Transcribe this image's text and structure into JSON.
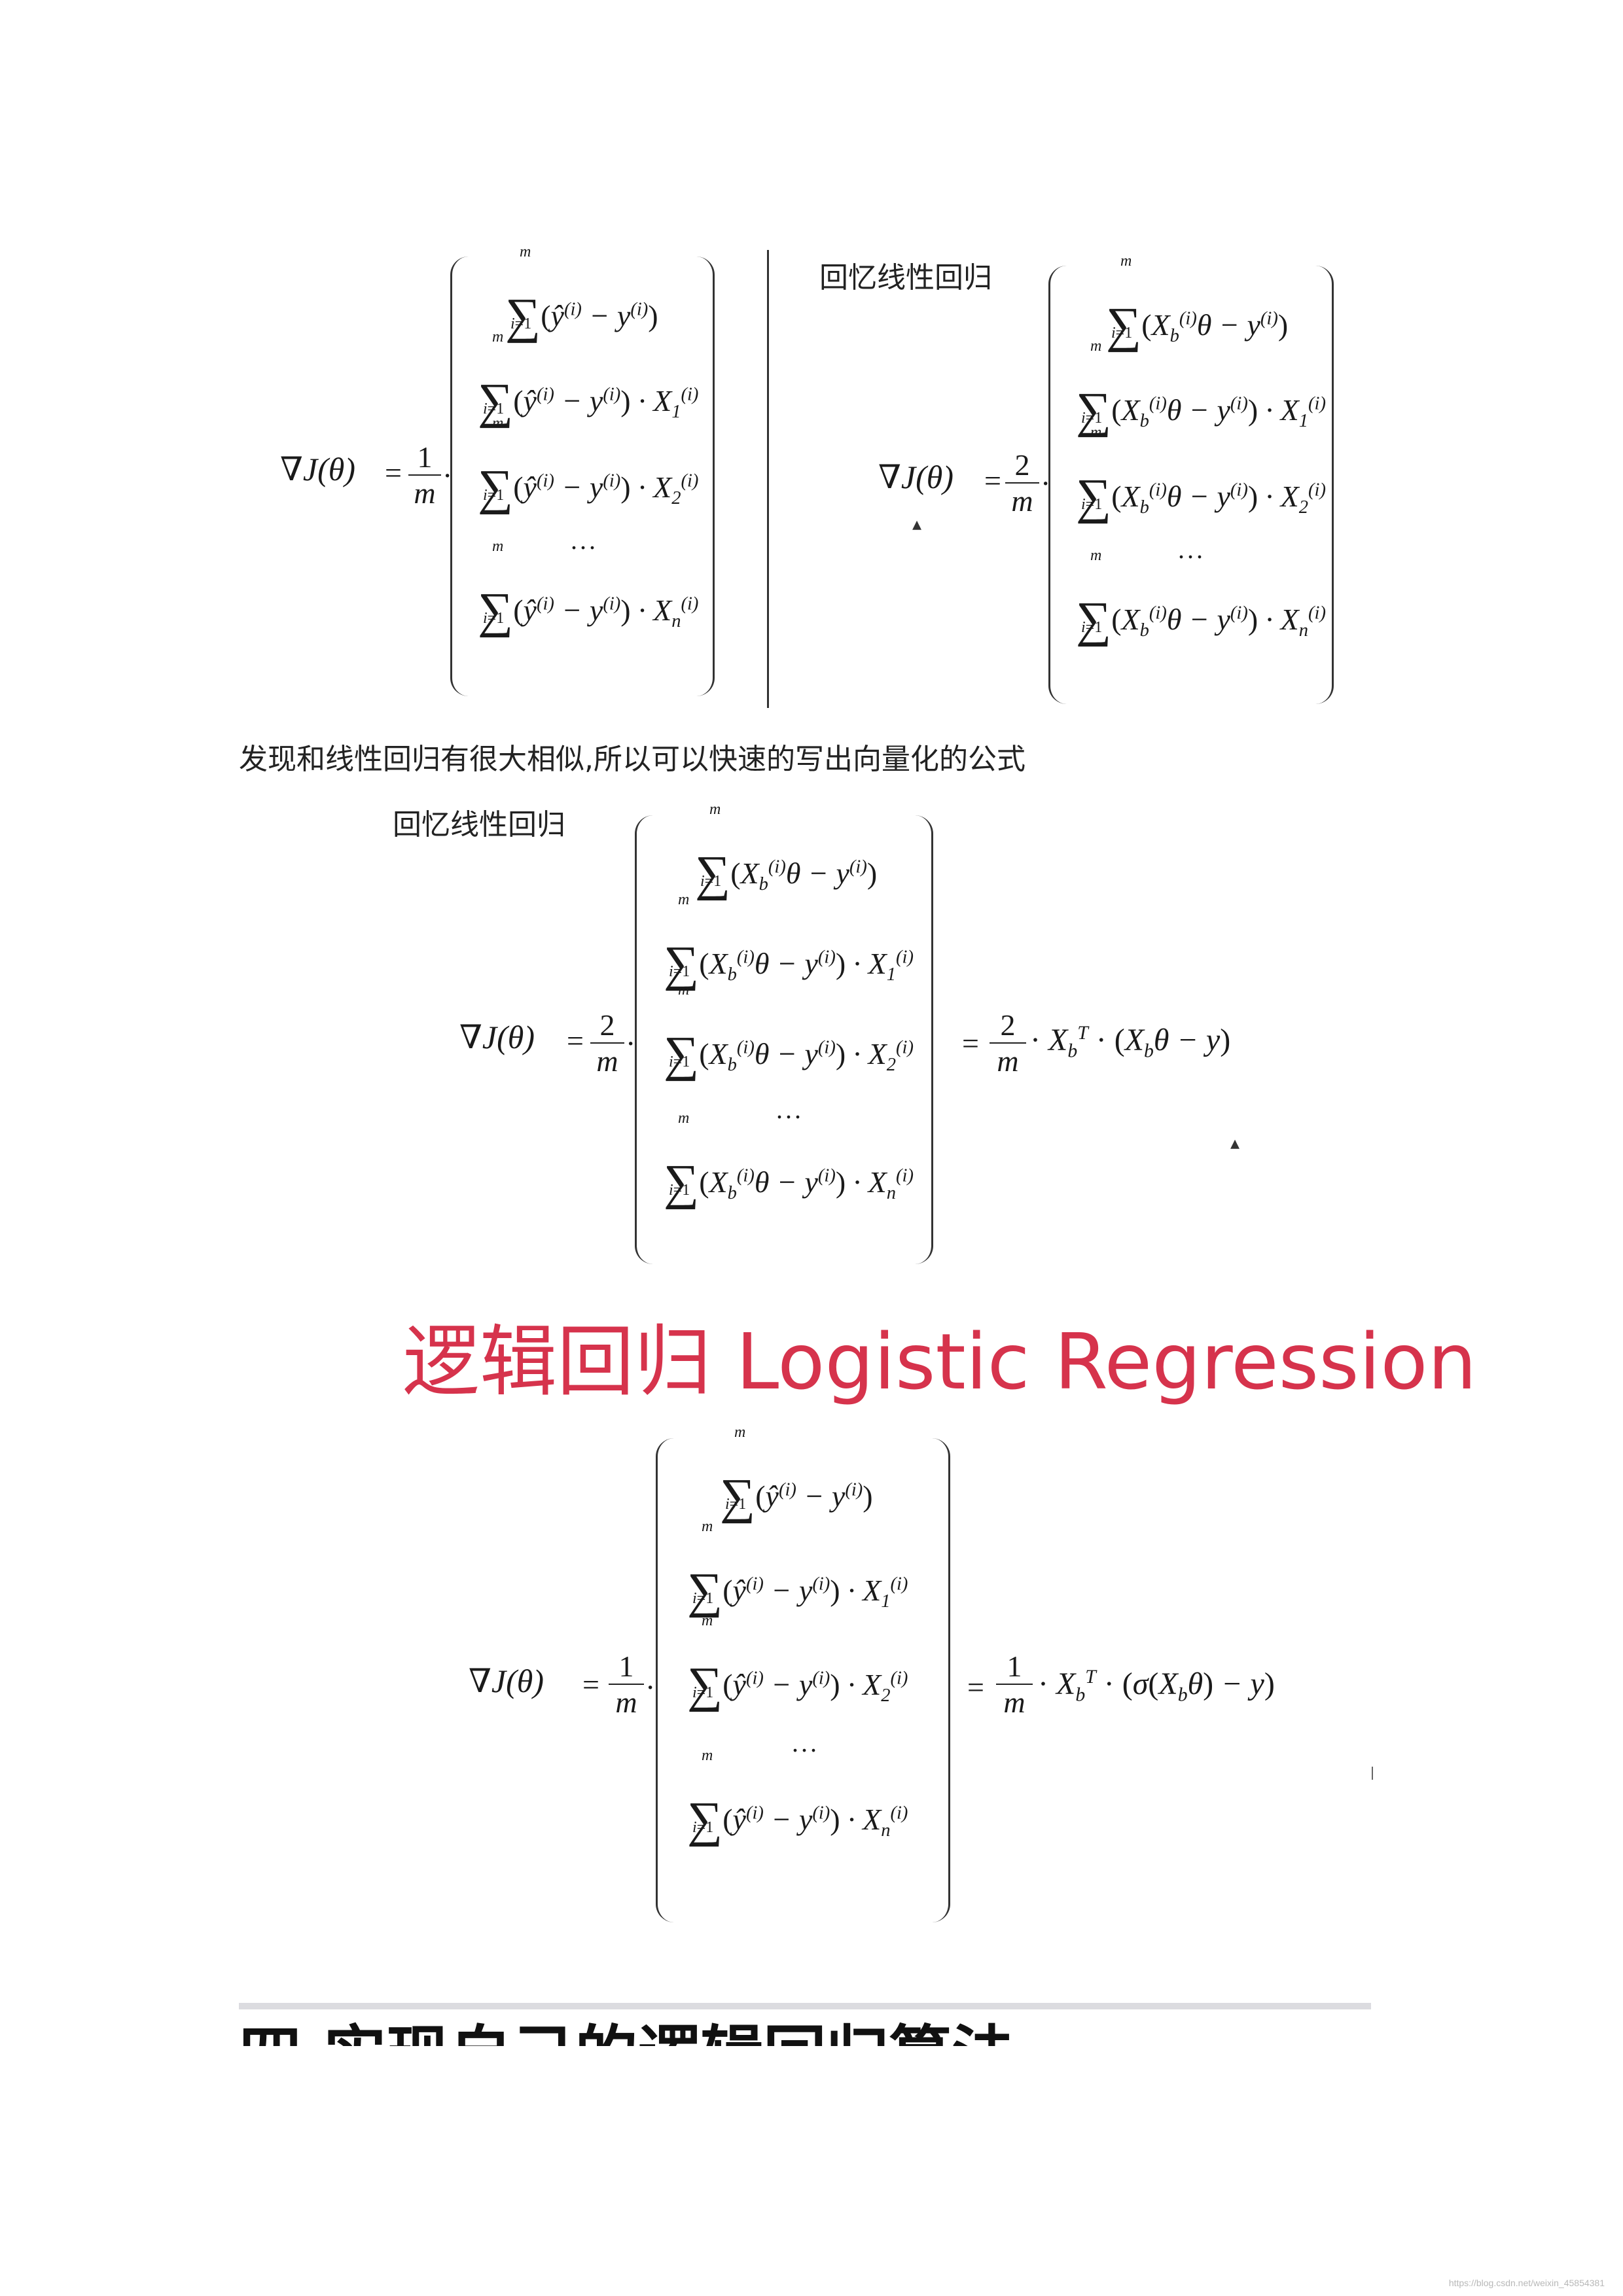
{
  "labels": {
    "recall_top": "回忆线性回归",
    "recall_mid": "回忆线性回归",
    "observation": "发现和线性回归有很大相似,所以可以快速的写出向量化的公式",
    "logistic_heading": "逻辑回归 Logistic Regression",
    "section_heading": "四 实现自己的逻辑回归算法"
  },
  "watermark": "https://blog.csdn.net/weixin_45854381",
  "colors": {
    "heading_red": "#d6334c",
    "text": "#1a1a1a",
    "rule": "#dcdce0"
  }
}
